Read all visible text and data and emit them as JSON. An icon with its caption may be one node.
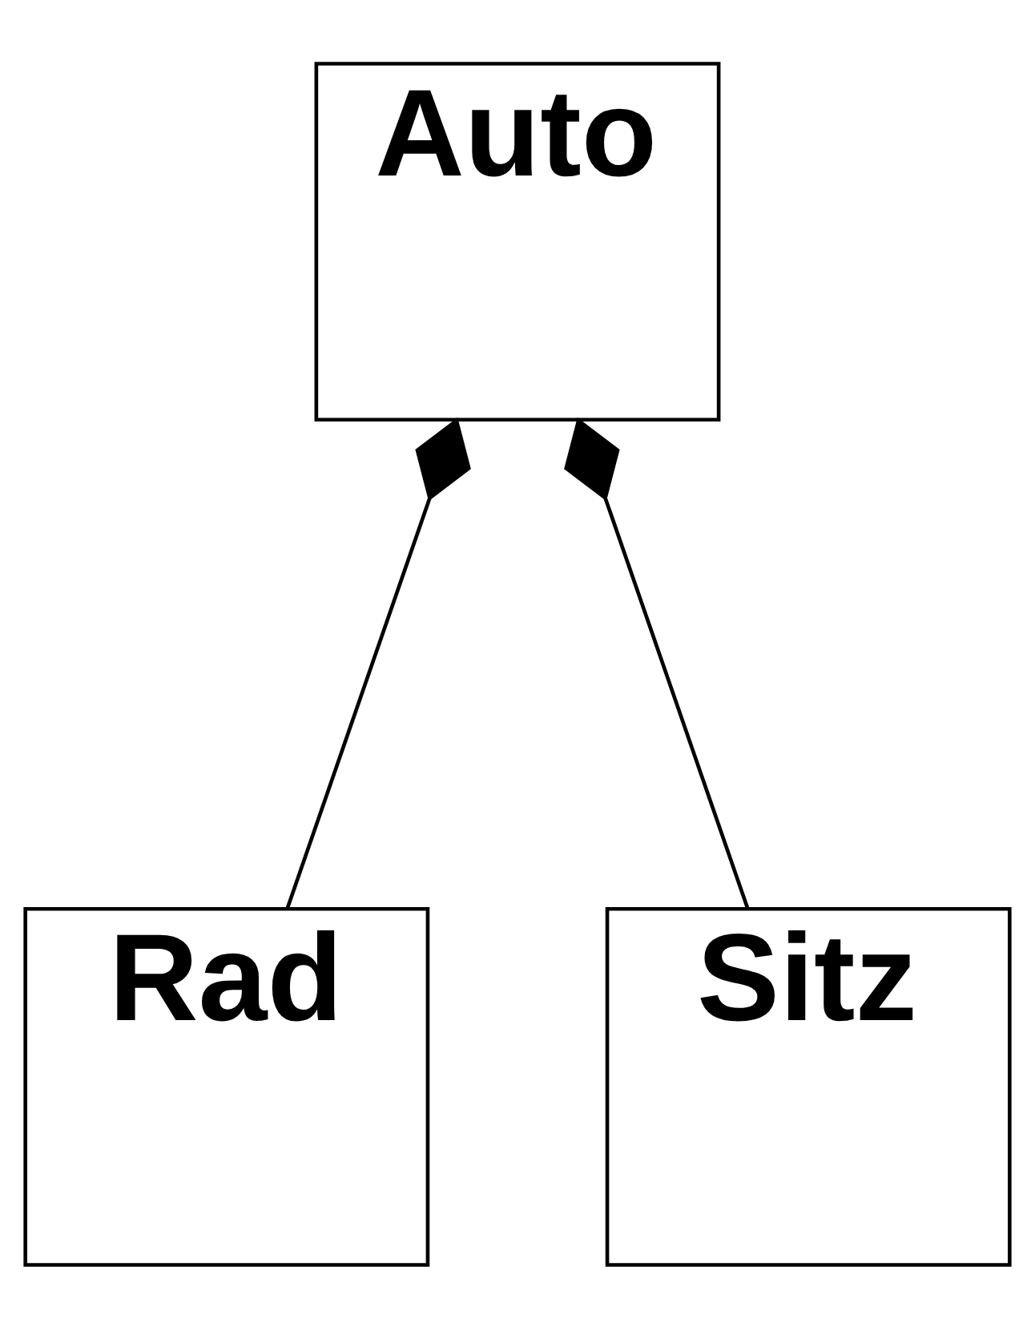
{
  "diagram": {
    "nodes": [
      {
        "text": [
          "Auto"
        ]
      },
      {
        "text": [
          "Rad"
        ]
      },
      {
        "text": [
          "Sitz"
        ]
      }
    ],
    "edges": [
      {
        "from": 0,
        "to": 1,
        "arrow": "other"
      },
      {
        "from": 0,
        "to": 2,
        "arrow": "other"
      }
    ]
  }
}
